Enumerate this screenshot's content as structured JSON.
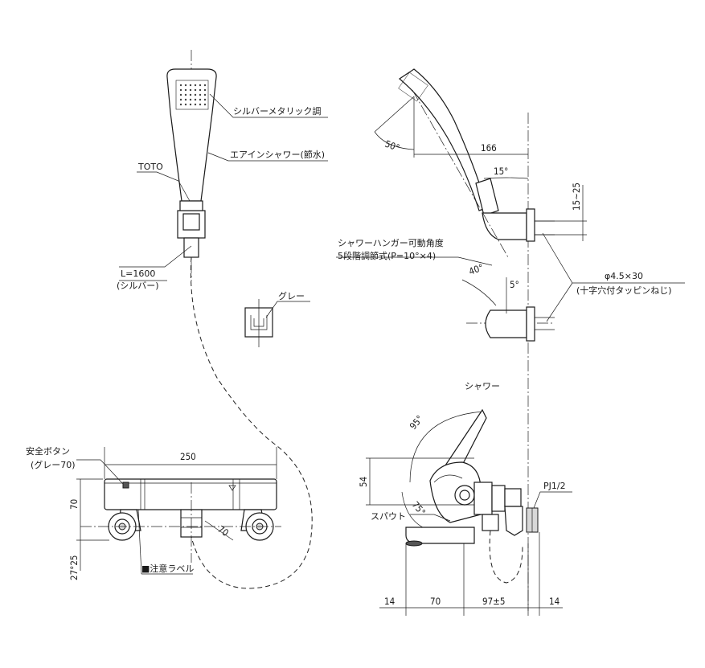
{
  "labels": {
    "silver_metallic": "シルバーメタリック調",
    "aerin_shower": "エアインシャワー(節水)",
    "toto": "TOTO",
    "hose_length": "L=1600",
    "hose_color": "(シルバー)",
    "grey": "グレー",
    "safety_button": "安全ボタン",
    "safety_button_color": "(グレー70)",
    "caution_label": "■注意ラベル",
    "hanger_angle": "シャワーハンガー可動角度",
    "step_adjust": "5段階調節式(P=10°×4)",
    "screw_spec": "φ4.5×30",
    "screw_type": "(十字穴付タッピンねじ)",
    "shower": "シャワー",
    "spout": "スパウト",
    "pipe_thread": "PJ1/2"
  },
  "dimensions": {
    "body_width": "250",
    "height_70": "70",
    "offset_27_25": "27°25",
    "valve_70": "70",
    "head_angle_50": "50°",
    "reach_166": "166",
    "tilt_15": "15°",
    "bracket_15_25": "15~25",
    "hanger_40": "40°",
    "hanger_5": "5°",
    "lever_95": "95°",
    "lever_75": "75°",
    "lever_54": "54",
    "bottom_14_left": "14",
    "bottom_70": "70",
    "bottom_97": "97±5",
    "bottom_14_right": "14"
  }
}
